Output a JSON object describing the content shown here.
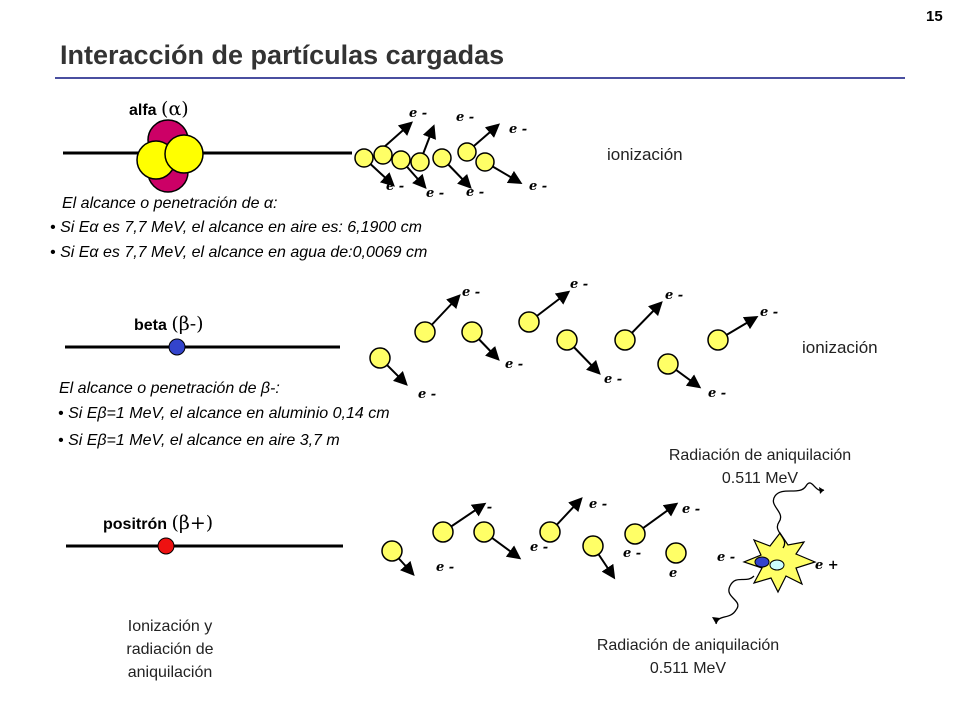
{
  "page_number": "15",
  "title": "Interacción de partículas cargadas",
  "alpha": {
    "label": "alfa",
    "symbol": "(α)",
    "result": "ionización",
    "range_title": "El alcance o penetración de α:",
    "bullets": [
      "Si Eα es 7,7 MeV, el alcance en aire es:      6,1900 cm",
      "Si Eα es 7,7 MeV, el alcance en agua de:0,0069 cm"
    ]
  },
  "beta": {
    "label": "beta",
    "symbol": "(β-)",
    "result": "ionización",
    "range_title": "El alcance o penetración de β-:",
    "bullets": [
      "Si Eβ=1 MeV, el alcance en aluminio  0,14 cm",
      "Si Eβ=1 MeV, el alcance en aire 3,7 m"
    ]
  },
  "positron": {
    "label": "positrón",
    "symbol": "(β+)",
    "result_lines": [
      "Ionización y",
      "radiación de",
      "aniquilación"
    ],
    "annihilation_top": [
      "Radiación de aniquilación",
      "0.511 MeV"
    ],
    "annihilation_bottom": [
      "Radiación de aniquilación",
      "0.511 MeV"
    ]
  },
  "electron_label": "e -",
  "electron_label_plain": "e",
  "positron_label": "e +",
  "colors": {
    "title": "#333333",
    "rule": "#4a4fa0",
    "ball_fill": "#ffff66",
    "alpha_neutron": "#cc0066",
    "alpha_proton": "#ffff00",
    "beta_dot": "#3344cc",
    "positron_dot": "#ee1111",
    "flash": "#ffff66"
  },
  "icons": {
    "electron": "yellow-ball-with-arrow",
    "alpha_particle": "clustered-nucleon-circles",
    "annihilation": "starburst-with-wavy-photons"
  }
}
